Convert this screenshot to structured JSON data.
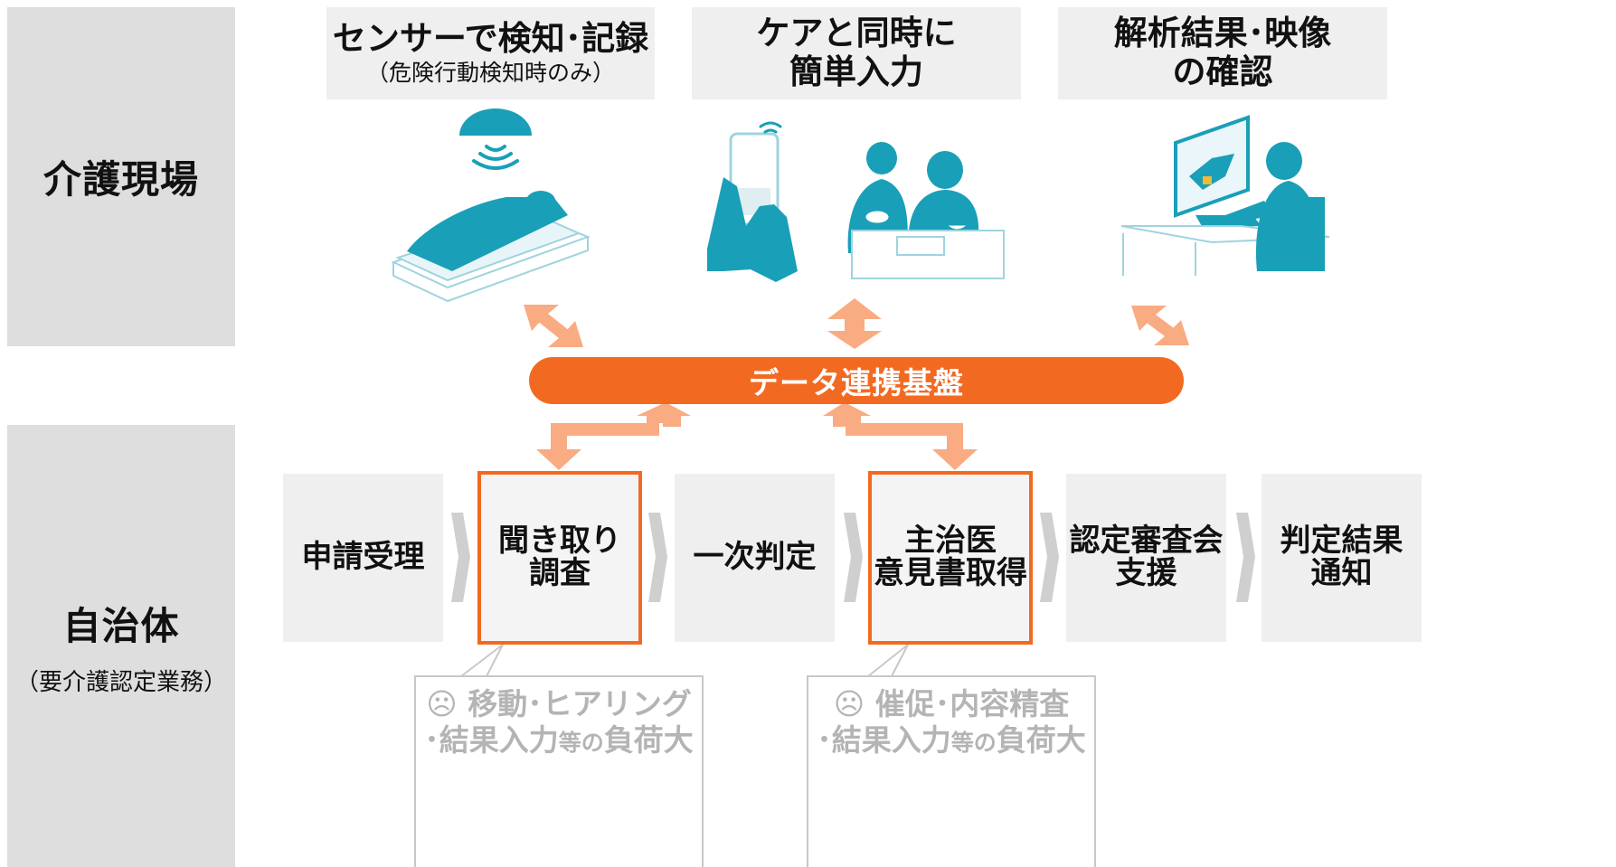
{
  "sections": {
    "care_site": {
      "title": "介護現場"
    },
    "municipality": {
      "title": "自治体",
      "subtitle": "（要介護認定業務）"
    }
  },
  "top_headers": [
    {
      "line1": "センサーで検知･記録",
      "line2": "（危険行動検知時のみ）"
    },
    {
      "line1": "ケアと同時に",
      "line2": "簡単入力"
    },
    {
      "line1": "解析結果･映像",
      "line2": "の確認"
    }
  ],
  "platform_bar": {
    "label": "データ連携基盤"
  },
  "process_steps": [
    {
      "line1": "申請受理",
      "line2": "",
      "highlighted": false
    },
    {
      "line1": "聞き取り",
      "line2": "調査",
      "highlighted": true
    },
    {
      "line1": "一次判定",
      "line2": "",
      "highlighted": false
    },
    {
      "line1": "主治医",
      "line2": "意見書取得",
      "highlighted": true
    },
    {
      "line1": "認定審査会",
      "line2": "支援",
      "highlighted": false
    },
    {
      "line1": "判定結果",
      "line2": "通知",
      "highlighted": false
    }
  ],
  "callouts": [
    {
      "icon": "sad-face-icon",
      "line1": "☹ 移動･ヒアリング",
      "line2_main": "･結果入力",
      "line2_small": "等の",
      "line2_end": "負荷大"
    },
    {
      "icon": "sad-face-icon",
      "line1": "☹ 催促･内容精査",
      "line2_main": "･結果入力",
      "line2_small": "等の",
      "line2_end": "負荷大"
    }
  ],
  "colors": {
    "accent_orange": "#f26a21",
    "arrow_peach": "#f9ab82",
    "illustration_teal": "#1a9fb8",
    "side_gray": "#dedede",
    "box_gray": "#efefef",
    "callout_text": "#b4b4b4"
  },
  "illustrations": [
    "sensor-bed-illustration",
    "smartphone-care-illustration",
    "monitor-review-illustration"
  ]
}
